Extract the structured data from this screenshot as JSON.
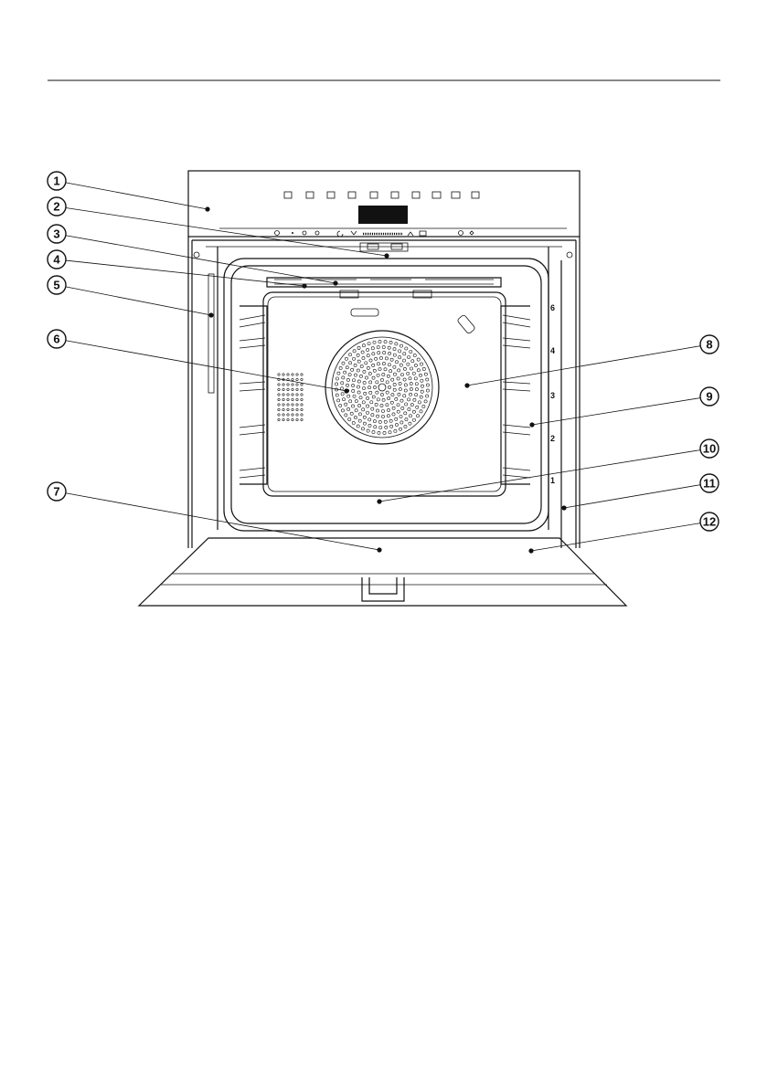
{
  "callouts": [
    {
      "label": "1"
    },
    {
      "label": "2"
    },
    {
      "label": "3"
    },
    {
      "label": "4"
    },
    {
      "label": "5"
    },
    {
      "label": "6"
    },
    {
      "label": "7"
    },
    {
      "label": "8"
    },
    {
      "label": "9"
    },
    {
      "label": "10"
    },
    {
      "label": "11"
    },
    {
      "label": "12"
    }
  ],
  "shelf_levels": [
    "6",
    "4",
    "3",
    "2",
    "1"
  ]
}
